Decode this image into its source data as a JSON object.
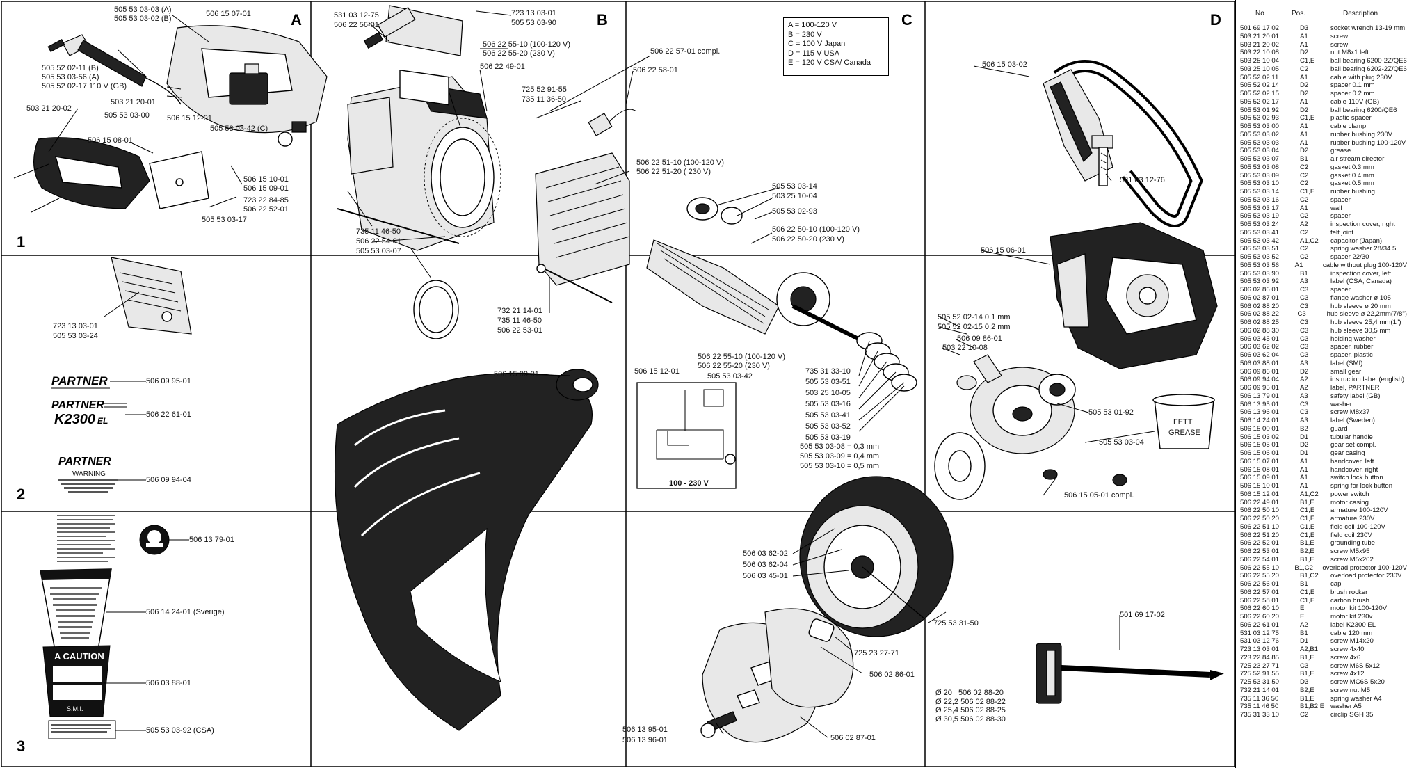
{
  "zones": {
    "a": "A",
    "b": "B",
    "c": "C",
    "d": "D",
    "r1": "1",
    "r2": "2",
    "r3": "3"
  },
  "voltage_legend": [
    "A = 100-120 V",
    "B = 230 V",
    "C = 100 V Japan",
    "D = 115 V USA",
    "E = 120 V CSA/ Canada"
  ],
  "callouts": {
    "c01": "505 53 03-03 (A)",
    "c02": "505 53 03-02 (B)",
    "c03": "506 15 07-01",
    "c04": "505 52 02-11 (B)",
    "c05": "505 53 03-56 (A)",
    "c06": "505 52 02-17 110 V (GB)",
    "c07": "503 21 20-01",
    "c08": "505 53 03-00",
    "c09": "506 15 12-01",
    "c10": "503 21 20-02",
    "c11": "506 15 08-01",
    "c12": "505 53 03-42 (C)",
    "c13": "506 15 10-01",
    "c14": "506 15 09-01",
    "c15": "723 22 84-85",
    "c16": "506 22 52-01",
    "c17": "505 53 03-17",
    "c18": "723 13 03-01",
    "c19": "505 53 03-24",
    "c20": "531 03 12-75",
    "c21": "506 22 56-01",
    "c22": "723 13 03-01",
    "c23": "505 53 03-90",
    "c24": "506 22 55-10 (100-120 V)",
    "c25": "506 22 55-20 (230 V)",
    "c26": "506 22 49-01",
    "c27": "506 22 57-01 compl.",
    "c28": "506 22 58-01",
    "c29": "725 52 91-55",
    "c30": "735 11 36-50",
    "c31": "506 22 51-10 (100-120 V)",
    "c32": "506 22 51-20 ( 230 V)",
    "c33": "735 11 46-50",
    "c34": "506 22 54-01",
    "c35": "505 53 03-07",
    "c36": "505 53 03-14",
    "c37": "503 25 10-04",
    "c38": "505 53 02-93",
    "c39": "506 22 50-10 (100-120 V)",
    "c40": "506 22 50-20 (230 V)",
    "c41": "732 21 14-01",
    "c42": "735 11 46-50",
    "c43": "506 22 53-01",
    "c44": "506 15 03-02",
    "c45": "531 03 12-76",
    "c46": "506 15 06-01",
    "c47": "505 52 02-14  0,1 mm",
    "c48": "505 52 02-15  0,2 mm",
    "c49": "506 09 86-01",
    "c50": "503 22 10-08",
    "c51": "506 15 00-01",
    "c52": "506 22 55-10 (100-120 V)",
    "c53": "506 22 55-20 (230 V)",
    "c54": "506 15 12-01",
    "c55": "505 53 03-42",
    "c56": "735 31 33-10",
    "c57": "505 53 03-51",
    "c58": "503 25 10-05",
    "c59": "505 53 03-16",
    "c60": "505 53 03-41",
    "c61": "505 53 03-52",
    "c62": "505 53 03-19",
    "c63": "505 53 01-92",
    "c64": "505 53 03-04",
    "c65": "505 53 03-08 = 0,3 mm",
    "c66": "505 53 03-09 = 0,4 mm",
    "c67": "505 53 03-10 = 0,5 mm",
    "c68": "506 15 05-01 compl.",
    "c69": "506 03 62-02",
    "c70": "506 03 62-04",
    "c71": "506 03 45-01",
    "c72": "725 53 31-50",
    "c73": "725 23 27-71",
    "c74": "506 02 86-01",
    "c75": "506 13 95-01",
    "c76": "506 13 96-01",
    "c77": "506 02 87-01",
    "c78": "501 69 17-02",
    "c79": "506 09 95-01",
    "c80": "506 22 61-01",
    "c81": "506 09 94-04",
    "c82": "506 13 79-01",
    "c83": "506 14 24-01 (Sverige)",
    "c84": "506 03 88-01",
    "c85": "505 53 03-92 (CSA)"
  },
  "hub_sizes": [
    {
      "d": "Ø 20",
      "no": "506 02 88-20"
    },
    {
      "d": "Ø 22,2",
      "no": "506 02 88-22"
    },
    {
      "d": "Ø 25,4",
      "no": "506 02 88-25"
    },
    {
      "d": "Ø 30,5",
      "no": "506 02 88-30"
    }
  ],
  "wiring_label": "100 - 230 V",
  "grease_label": [
    "FETT",
    "GREASE"
  ],
  "decals": {
    "partner": "PARTNER",
    "model": "K2300",
    "model_suffix": "EL",
    "warning_title": "WARNING",
    "caution_title": "A CAUTION",
    "smi": "S.M.I."
  },
  "parts_list": {
    "headers": {
      "no": "No",
      "pos": "Pos.",
      "desc": "Description"
    },
    "rows": [
      [
        "501 69 17 02",
        "D3",
        "socket wrench 13-19 mm"
      ],
      [
        "503 21 20 01",
        "A1",
        "screw"
      ],
      [
        "503 21 20 02",
        "A1",
        "screw"
      ],
      [
        "503 22 10 08",
        "D2",
        "nut M8x1 left"
      ],
      [
        "503 25 10 04",
        "C1,E",
        "ball bearing 6200-2Z/QE6"
      ],
      [
        "503 25 10 05",
        "C2",
        "ball bearing 6202-2Z/QE6"
      ],
      [
        "505 52 02 11",
        "A1",
        "cable with plug 230V"
      ],
      [
        "505 52 02 14",
        "D2",
        "spacer 0.1 mm"
      ],
      [
        "505 52 02 15",
        "D2",
        "spacer 0.2 mm"
      ],
      [
        "505 52 02 17",
        "A1",
        "cable 110V (GB)"
      ],
      [
        "505 53 01 92",
        "D2",
        "ball bearing 6200/QE6"
      ],
      [
        "505 53 02 93",
        "C1,E",
        "plastic spacer"
      ],
      [
        "505 53 03 00",
        "A1",
        "cable clamp"
      ],
      [
        "505 53 03 02",
        "A1",
        "rubber bushing 230V"
      ],
      [
        "505 53 03 03",
        "A1",
        "rubber bushing 100-120V"
      ],
      [
        "505 53 03 04",
        "D2",
        "grease"
      ],
      [
        "505 53 03 07",
        "B1",
        "air stream director"
      ],
      [
        "505 53 03 08",
        "C2",
        "gasket 0.3 mm"
      ],
      [
        "505 53 03 09",
        "C2",
        "gasket 0.4 mm"
      ],
      [
        "505 53 03 10",
        "C2",
        "gasket 0.5 mm"
      ],
      [
        "505 53 03 14",
        "C1,E",
        "rubber bushing"
      ],
      [
        "505 53 03 16",
        "C2",
        "spacer"
      ],
      [
        "505 53 03 17",
        "A1",
        "wall"
      ],
      [
        "505 53 03 19",
        "C2",
        "spacer"
      ],
      [
        "505 53 03 24",
        "A2",
        "inspection cover, right"
      ],
      [
        "505 53 03 41",
        "C2",
        "felt joint"
      ],
      [
        "505 53 03 42",
        "A1,C2",
        "capacitor (Japan)"
      ],
      [
        "505 53 03 51",
        "C2",
        "spring washer 28/34.5"
      ],
      [
        "505 53 03 52",
        "C2",
        "spacer 22/30"
      ],
      [
        "505 53 03 56",
        "A1",
        "cable without plug 100-120V"
      ],
      [
        "505 53 03 90",
        "B1",
        "inspection cover, left"
      ],
      [
        "505 53 03 92",
        "A3",
        "label (CSA, Canada)"
      ],
      [
        "506 02 86 01",
        "C3",
        "spacer"
      ],
      [
        "506 02 87 01",
        "C3",
        "flange washer ø 105"
      ],
      [
        "506 02 88 20",
        "C3",
        "hub sleeve ø 20 mm"
      ],
      [
        "506 02 88 22",
        "C3",
        "hub sleeve ø 22,2mm(7/8\")"
      ],
      [
        "506 02 88 25",
        "C3",
        "hub sleeve 25,4 mm(1\")"
      ],
      [
        "506 02 88 30",
        "C3",
        "hub sleeve 30,5 mm"
      ],
      [
        "506 03 45 01",
        "C3",
        "holding washer"
      ],
      [
        "506 03 62 02",
        "C3",
        "spacer, rubber"
      ],
      [
        "506 03 62 04",
        "C3",
        "spacer, plastic"
      ],
      [
        "506 03 88 01",
        "A3",
        "label (SMI)"
      ],
      [
        "506 09 86 01",
        "D2",
        "small gear"
      ],
      [
        "506 09 94 04",
        "A2",
        "instruction label (english)"
      ],
      [
        "506 09 95 01",
        "A2",
        "label, PARTNER"
      ],
      [
        "506 13 79 01",
        "A3",
        "safety label (GB)"
      ],
      [
        "506 13 95 01",
        "C3",
        "washer"
      ],
      [
        "506 13 96 01",
        "C3",
        "screw M8x37"
      ],
      [
        "506 14 24 01",
        "A3",
        "label (Sweden)"
      ],
      [
        "506 15 00 01",
        "B2",
        "guard"
      ],
      [
        "506 15 03 02",
        "D1",
        "tubular handle"
      ],
      [
        "506 15 05 01",
        "D2",
        "gear set compl."
      ],
      [
        "506 15 06 01",
        "D1",
        "gear casing"
      ],
      [
        "506 15 07 01",
        "A1",
        "handcover, left"
      ],
      [
        "506 15 08 01",
        "A1",
        "handcover, right"
      ],
      [
        "506 15 09 01",
        "A1",
        "switch lock button"
      ],
      [
        "506 15 10 01",
        "A1",
        "spring for lock button"
      ],
      [
        "506 15 12 01",
        "A1,C2",
        "power switch"
      ],
      [
        "506 22 49 01",
        "B1,E",
        "motor casing"
      ],
      [
        "506 22 50 10",
        "C1,E",
        "armature 100-120V"
      ],
      [
        "506 22 50 20",
        "C1,E",
        "armature 230V"
      ],
      [
        "506 22 51 10",
        "C1,E",
        "field coil 100-120V"
      ],
      [
        "506 22 51 20",
        "C1,E",
        "field coil 230V"
      ],
      [
        "506 22 52 01",
        "B1,E",
        "grounding tube"
      ],
      [
        "506 22 53 01",
        "B2,E",
        "screw M5x95"
      ],
      [
        "506 22 54 01",
        "B1,E",
        "screw M5x202"
      ],
      [
        "506 22 55 10",
        "B1,C2",
        "overload protector 100-120V"
      ],
      [
        "506 22 55 20",
        "B1,C2",
        "overload protector 230V"
      ],
      [
        "506 22 56 01",
        "B1",
        "cap"
      ],
      [
        "506 22 57 01",
        "C1,E",
        "brush rocker"
      ],
      [
        "506 22 58 01",
        "C1,E",
        "carbon brush"
      ],
      [
        "506 22 60 10",
        "E",
        "motor kit 100-120V"
      ],
      [
        "506 22 60 20",
        "E",
        "motor kit 230v"
      ],
      [
        "506 22 61 01",
        "A2",
        "label K2300 EL"
      ],
      [
        "531 03 12 75",
        "B1",
        "cable 120 mm"
      ],
      [
        "531 03 12 76",
        "D1",
        "screw M14x20"
      ],
      [
        "723 13 03 01",
        "A2,B1",
        "screw 4x40"
      ],
      [
        "723 22 84 85",
        "B1,E",
        "screw 4x6"
      ],
      [
        "725 23 27 71",
        "C3",
        "screw M6S 5x12"
      ],
      [
        "725 52 91 55",
        "B1,E",
        "screw 4x12"
      ],
      [
        "725 53 31 50",
        "D3",
        "screw MC6S 5x20"
      ],
      [
        "732 21 14 01",
        "B2,E",
        "screw nut M5"
      ],
      [
        "735 11 36 50",
        "B1,E",
        "spring washer A4"
      ],
      [
        "735 11 46 50",
        "B1,B2,E",
        "washer A5"
      ],
      [
        "735 31 33 10",
        "C2",
        "circlip SGH 35"
      ]
    ]
  }
}
